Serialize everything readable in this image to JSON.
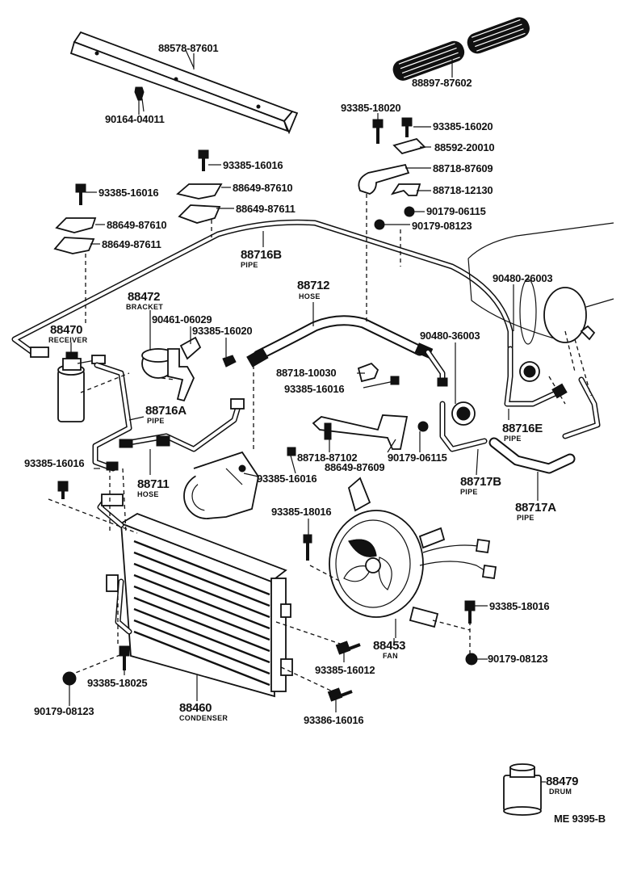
{
  "diagram_code": "ME 9395-B",
  "parts": {
    "p01": {
      "number": "88578-87601"
    },
    "p02": {
      "number": "90164-04011"
    },
    "p03": {
      "number": "88897-87602"
    },
    "p04": {
      "number": "93385-18020"
    },
    "p05": {
      "number": "93385-16020"
    },
    "p06": {
      "number": "88592-20010"
    },
    "p07": {
      "number": "88718-87609"
    },
    "p08": {
      "number": "88718-12130"
    },
    "p09": {
      "number": "90179-06115"
    },
    "p10": {
      "number": "90179-08123"
    },
    "p11": {
      "number": "93385-16016"
    },
    "p12": {
      "number": "93385-16016"
    },
    "p13": {
      "number": "88649-87610"
    },
    "p14": {
      "number": "88649-87611"
    },
    "p15": {
      "number": "88649-87610"
    },
    "p16": {
      "number": "88649-87611"
    },
    "p17": {
      "number": "88716B",
      "caption": "PIPE"
    },
    "p18": {
      "number": "90480-26003"
    },
    "p19": {
      "number": "88712",
      "caption": "HOSE"
    },
    "p20": {
      "number": "88472",
      "caption": "BRACKET"
    },
    "p21": {
      "number": "90461-06029"
    },
    "p22": {
      "number": "93385-16020"
    },
    "p23": {
      "number": "88470",
      "caption": "RECEIVER"
    },
    "p24": {
      "number": "90480-36003"
    },
    "p25": {
      "number": "88718-10030"
    },
    "p26": {
      "number": "93385-16016"
    },
    "p27": {
      "number": "88716A",
      "caption": "PIPE"
    },
    "p28": {
      "number": "88716E",
      "caption": "PIPE"
    },
    "p29": {
      "number": "88718-87102"
    },
    "p30": {
      "number": "90179-06115"
    },
    "p31": {
      "number": "88649-87609"
    },
    "p32": {
      "number": "93385-16016"
    },
    "p33": {
      "number": "88711",
      "caption": "HOSE"
    },
    "p34": {
      "number": "93385-16016"
    },
    "p35": {
      "number": "88717B",
      "caption": "PIPE"
    },
    "p36": {
      "number": "88717A",
      "caption": "PIPE"
    },
    "p37": {
      "number": "93385-18016"
    },
    "p38": {
      "number": "93385-18016"
    },
    "p39": {
      "number": "88453",
      "caption": "FAN"
    },
    "p40": {
      "number": "93385-16012"
    },
    "p41": {
      "number": "90179-08123"
    },
    "p42": {
      "number": "93385-18025"
    },
    "p43": {
      "number": "90179-08123"
    },
    "p44": {
      "number": "88460",
      "caption": "CONDENSER"
    },
    "p45": {
      "number": "93386-16016"
    },
    "p46": {
      "number": "88479",
      "caption": "DRUM"
    }
  }
}
